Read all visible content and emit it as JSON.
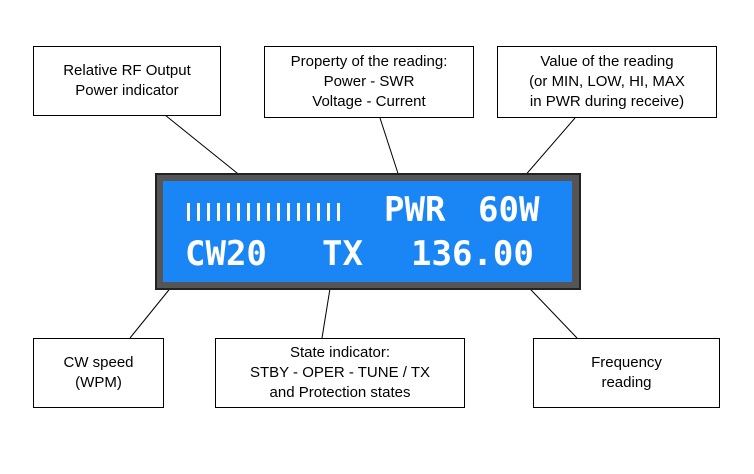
{
  "callouts": {
    "rf_output": {
      "lines": [
        "Relative RF Output",
        "Power indicator"
      ]
    },
    "property": {
      "lines": [
        "Property of the reading:",
        "Power - SWR",
        "Voltage - Current"
      ]
    },
    "value": {
      "lines": [
        "Value of the reading",
        "(or MIN, LOW, HI, MAX",
        "in PWR during receive)"
      ]
    },
    "cw_speed": {
      "lines": [
        "CW speed",
        "(WPM)"
      ]
    },
    "state": {
      "lines": [
        "State indicator:",
        "STBY - OPER - TUNE / TX",
        "and Protection states"
      ]
    },
    "frequency": {
      "lines": [
        "Frequency",
        "reading"
      ]
    }
  },
  "lcd": {
    "bar_count": 16,
    "reading_property": "PWR",
    "reading_value": "60W",
    "cw_speed": "CW20",
    "state": "TX",
    "frequency": "136.00",
    "screen_color": "#1a86f5",
    "text_color": "#ffffff"
  }
}
